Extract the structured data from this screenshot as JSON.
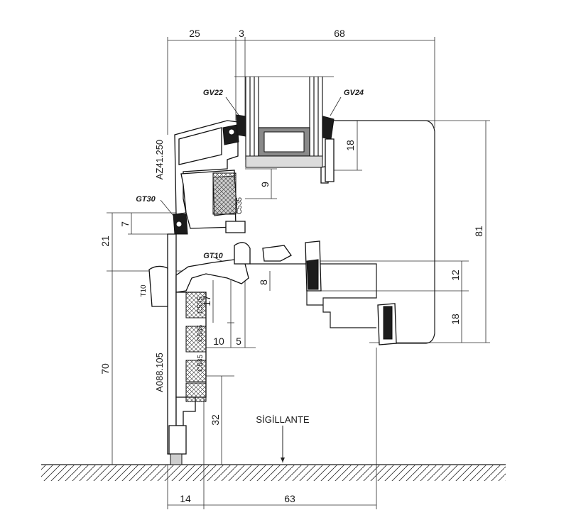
{
  "dimensions": {
    "top_a": "25",
    "top_b": "3",
    "top_c": "68",
    "d18_top": "18",
    "d9": "9",
    "d81": "81",
    "d7": "7",
    "d21": "21",
    "d12": "12",
    "d8": "8",
    "d17": "17",
    "d18_bot": "18",
    "d10": "10",
    "d5": "5",
    "d70": "70",
    "d32": "32",
    "bot_a": "14",
    "bot_b": "63"
  },
  "labels": {
    "gv22": "GV22",
    "gv24": "GV24",
    "gt30": "GT30",
    "gt10": "GT10",
    "t10": "T10",
    "az": "AZ41.250",
    "a088": "A088.105",
    "c535_1": "C535",
    "c535_2": "C535",
    "c535_3": "C535",
    "c535_4": "C535",
    "sigillante": "SİGİLLANTE"
  },
  "colors": {
    "line": "#1a1a1a",
    "background": "#ffffff",
    "seal": "#1c1c1c"
  }
}
